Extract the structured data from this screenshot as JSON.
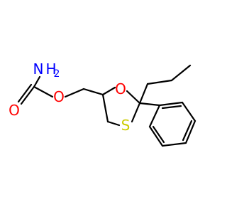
{
  "molecule": {
    "atoms": {
      "n": "N",
      "h": "H",
      "h_count": "2",
      "o_carbonyl": "O",
      "o_ester": "O",
      "o_ring": "O",
      "s_ring": "S"
    },
    "colors": {
      "bond": "#000000",
      "nitrogen": "#0000ff",
      "oxygen": "#ff0000",
      "sulfur": "#cccc00",
      "background": "#ffffff"
    }
  }
}
